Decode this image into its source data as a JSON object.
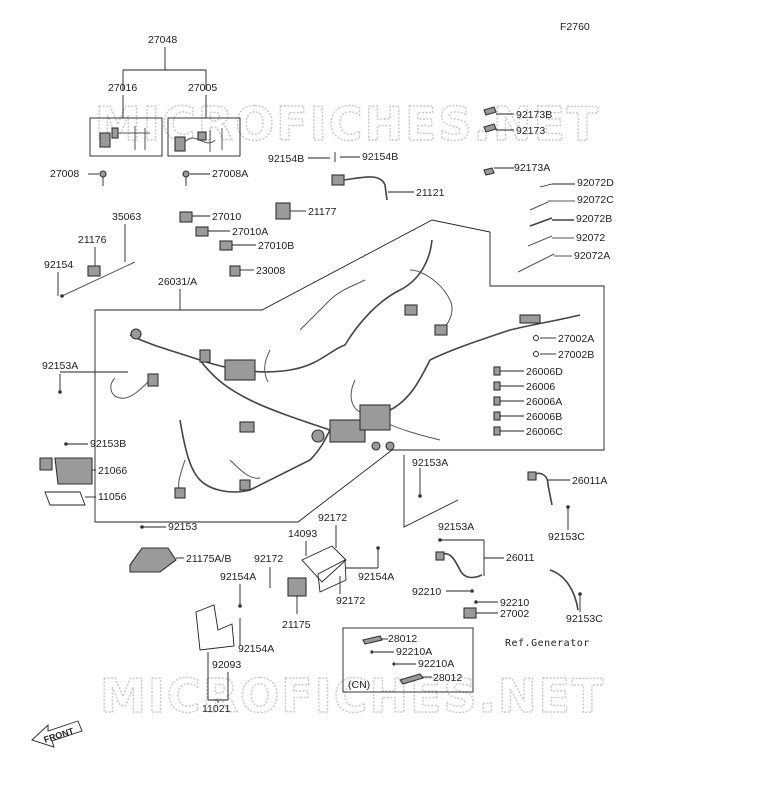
{
  "diagram_id": "F2760",
  "watermark": "MICROFICHES.NET",
  "ref_generator": "Ref.Generator",
  "region_note": "(CN)",
  "front_label": "FRONT",
  "labels": {
    "p27048": "27048",
    "p27016": "27016",
    "p27005": "27005",
    "p27008": "27008",
    "p27008A": "27008A",
    "p92173B": "92173B",
    "p92173": "92173",
    "p92154B_a": "92154B",
    "p92154B_b": "92154B",
    "p21121": "21121",
    "p92173A": "92173A",
    "p92072D": "92072D",
    "p92072C": "92072C",
    "p92072B": "92072B",
    "p92072": "92072",
    "p92072A": "92072A",
    "p27010": "27010",
    "p27010A": "27010A",
    "p27010B": "27010B",
    "p21177": "21177",
    "p23008": "23008",
    "p35063": "35063",
    "p21176": "21176",
    "p92154": "92154",
    "p26031A": "26031/A",
    "p27002A": "27002A",
    "p27002B": "27002B",
    "p26006D": "26006D",
    "p26006": "26006",
    "p26006A": "26006A",
    "p26006B": "26006B",
    "p26006C": "26006C",
    "p92153A_a": "92153A",
    "p92153B": "92153B",
    "p21066": "21066",
    "p11056": "11056",
    "p92153A_b": "92153A",
    "p92153A_c": "92153A",
    "p26011A": "26011A",
    "p92153C_a": "92153C",
    "p92153": "92153",
    "p14093": "14093",
    "p92172_a": "92172",
    "p26011": "26011",
    "p21175AB": "21175A/B",
    "p92172_b": "92172",
    "p92154A_a": "92154A",
    "p92154A_b": "92154A",
    "p92172_c": "92172",
    "p92210_a": "92210",
    "p92210_b": "92210",
    "p27002": "27002",
    "p92153C_b": "92153C",
    "p21175": "21175",
    "p92154A_c": "92154A",
    "p28012_a": "28012",
    "p92210A_a": "92210A",
    "p92210A_b": "92210A",
    "p28012_b": "28012",
    "p92093": "92093",
    "p11021": "11021"
  }
}
